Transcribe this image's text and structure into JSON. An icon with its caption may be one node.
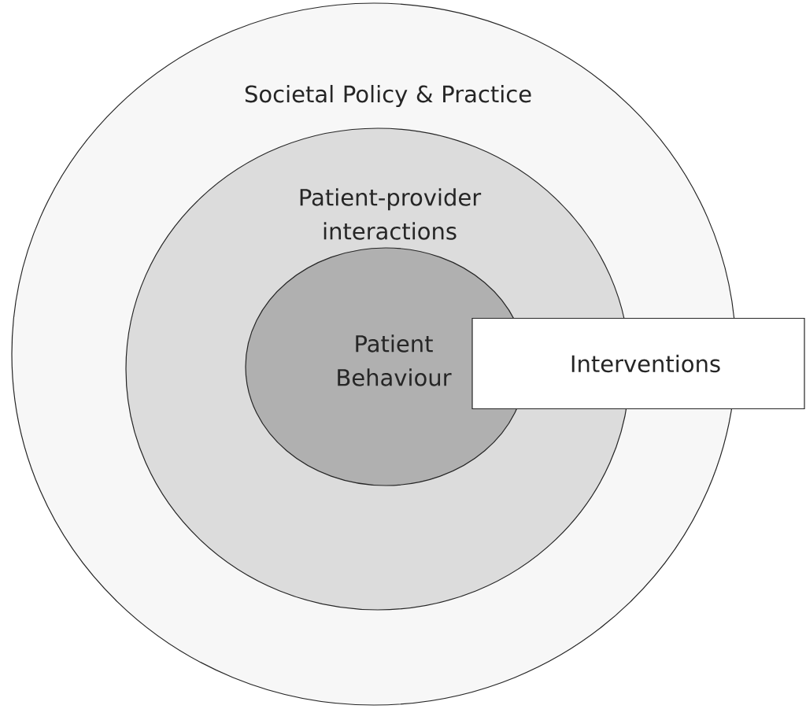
{
  "diagram": {
    "nodes": [
      {
        "text": [
          "Societal Policy & Practice"
        ]
      },
      {
        "text": [
          "Patient-provider interactions"
        ],
        "in": 0
      },
      {
        "text": [
          "Patient Behaviour"
        ],
        "in": 1
      },
      {
        "text": [
          "Interventions"
        ]
      }
    ]
  }
}
